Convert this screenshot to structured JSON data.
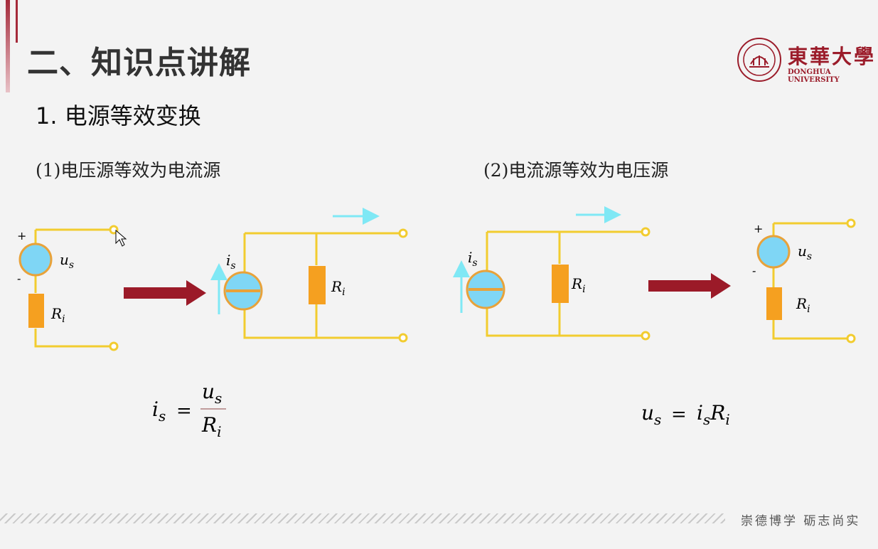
{
  "header": {
    "section_title": "二、知识点讲解",
    "sub_title": "1. 电源等效变换"
  },
  "logo": {
    "name_cn": "東華大學",
    "name_en": "DONGHUA UNIVERSITY"
  },
  "case1": {
    "label": "(1)电压源等效为电流源",
    "formula_lhs": "is",
    "formula_num": "us",
    "formula_den": "Ri"
  },
  "case2": {
    "label": "(2)电流源等效为电压源",
    "formula": "us = is Ri"
  },
  "symbols": {
    "us": "u",
    "us_sub": "s",
    "is": "i",
    "is_sub": "s",
    "R": "R",
    "R_sub": "i",
    "plus": "+",
    "minus": "-",
    "eq": "="
  },
  "footer": {
    "motto": "崇德博学 砺志尚实"
  },
  "colors": {
    "wire": "#f2cc2f",
    "resistor": "#f5a020",
    "source_fill": "#7fd6f5",
    "source_ring": "#e8a23a",
    "arrow": "#9b1a28",
    "current_arrow": "#7fe8f5",
    "brand": "#9b1c2a"
  }
}
